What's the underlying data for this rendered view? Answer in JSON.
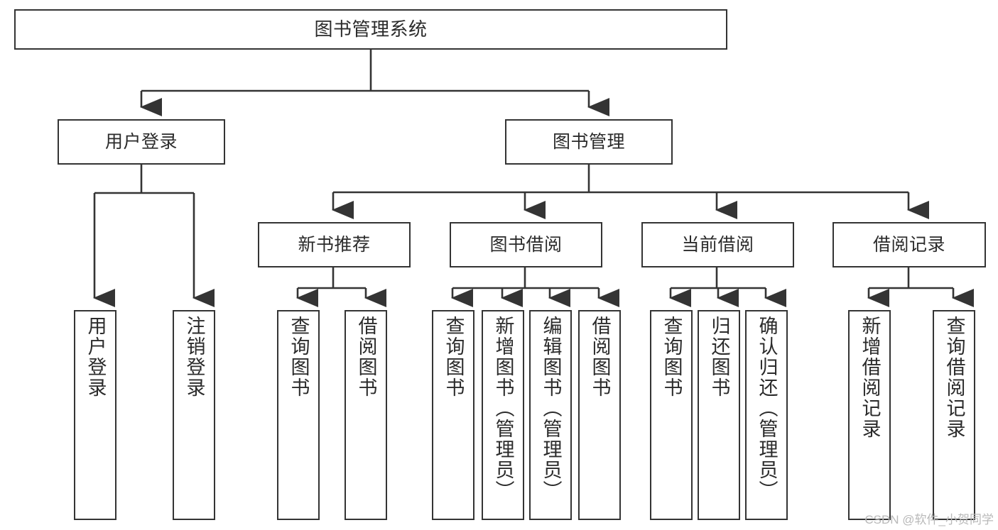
{
  "diagram": {
    "title": "图书管理系统",
    "type": "tree-hierarchy",
    "watermark": "CSDN @软件_小贺同学",
    "colors": {
      "stroke": "#343434",
      "fill": "#ffffff",
      "text": "#2b2b2b",
      "watermark": "#b9b9b9"
    },
    "nodes": {
      "root": {
        "label": "图书管理系统"
      },
      "level2": [
        {
          "id": "user-login",
          "label": "用户登录"
        },
        {
          "id": "book-management",
          "label": "图书管理"
        }
      ],
      "level3": [
        {
          "id": "new-book-recommend",
          "label": "新书推荐"
        },
        {
          "id": "book-borrow",
          "label": "图书借阅"
        },
        {
          "id": "current-borrow",
          "label": "当前借阅"
        },
        {
          "id": "borrow-record",
          "label": "借阅记录"
        }
      ],
      "leaves": {
        "user-login": [
          {
            "id": "leaf-user-login",
            "label": "用户登录"
          },
          {
            "id": "leaf-logout-login",
            "label": "注销登录"
          }
        ],
        "new-book-recommend": [
          {
            "id": "leaf-query-book-1",
            "label": "查询图书"
          },
          {
            "id": "leaf-borrow-book-1",
            "label": "借阅图书"
          }
        ],
        "book-borrow": [
          {
            "id": "leaf-query-book-2",
            "label": "查询图书"
          },
          {
            "id": "leaf-add-book",
            "label": "新增图书（管理员）"
          },
          {
            "id": "leaf-edit-book",
            "label": "编辑图书（管理员）"
          },
          {
            "id": "leaf-borrow-book-2",
            "label": "借阅图书"
          }
        ],
        "current-borrow": [
          {
            "id": "leaf-query-book-3",
            "label": "查询图书"
          },
          {
            "id": "leaf-return-book",
            "label": "归还图书"
          },
          {
            "id": "leaf-confirm-return",
            "label": "确认归还（管理员）"
          }
        ],
        "borrow-record": [
          {
            "id": "leaf-add-record",
            "label": "新增借阅记录"
          },
          {
            "id": "leaf-query-record",
            "label": "查询借阅记录"
          }
        ]
      }
    }
  }
}
